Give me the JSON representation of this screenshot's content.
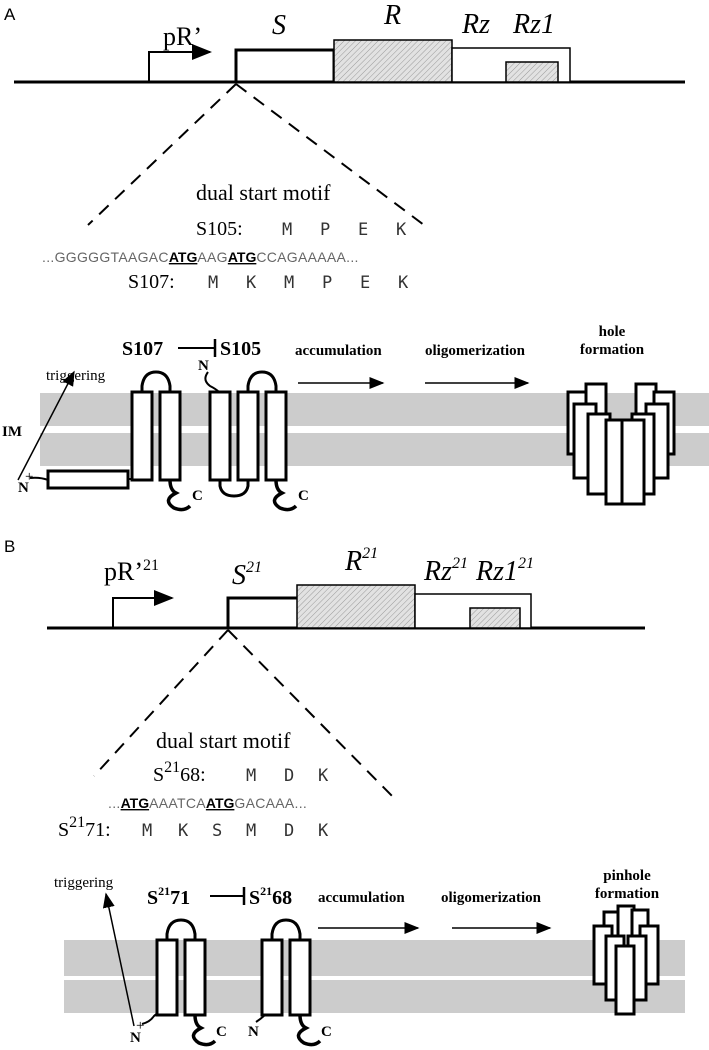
{
  "panel_a": {
    "letter": "A",
    "promoter": "pR’",
    "genes": {
      "s": "S",
      "r": "R",
      "rz": "Rz",
      "rz1": "Rz1"
    },
    "motif_title": "dual start motif",
    "s105_label": "S105:",
    "s105_residues": [
      "M",
      "P",
      "E",
      "K"
    ],
    "seq_prefix": "...GGGGGTAAGAC",
    "atg1": "ATG",
    "seq_mid": "AAG",
    "atg2": "ATG",
    "seq_suffix": "CCAGAAAAA...",
    "s107_label": "S107:",
    "s107_residues": [
      "M",
      "K",
      "M",
      "P",
      "E",
      "K"
    ],
    "inhibitor_label": "S107",
    "target_label": "S105",
    "step1": "accumulation",
    "step2": "oligomerization",
    "outcome_line1": "hole",
    "outcome_line2": "formation",
    "triggering": "triggering",
    "membrane_label": "IM",
    "n_term": "N",
    "plus": "+",
    "c_term": "C"
  },
  "panel_b": {
    "letter": "B",
    "promoter": "pR’",
    "promoter_sup": "21",
    "genes": {
      "s": "S",
      "r": "R",
      "rz": "Rz",
      "rz1": "Rz1"
    },
    "gene_sup": "21",
    "motif_title": "dual start motif",
    "s68_label_pre": "S",
    "s68_label_sup": "21",
    "s68_label_post": "68:",
    "s68_residues": [
      "M",
      "D",
      "K"
    ],
    "seq_prefix": "...",
    "atg1": "ATG",
    "seq_mid": "AAATCA",
    "atg2": "ATG",
    "seq_suffix": "GACAAA...",
    "s71_label_pre": "S",
    "s71_label_sup": "21",
    "s71_label_post": "71:",
    "s71_residues": [
      "M",
      "K",
      "S",
      "M",
      "D",
      "K"
    ],
    "inhibitor_pre": "S",
    "inhibitor_sup": "21",
    "inhibitor_post": "71",
    "target_pre": "S",
    "target_sup": "21",
    "target_post": "68",
    "step1": "accumulation",
    "step2": "oligomerization",
    "outcome_line1": "pinhole",
    "outcome_line2": "formation",
    "triggering": "triggering",
    "n_term": "N",
    "plus": "+",
    "c_term": "C"
  },
  "colors": {
    "membrane": "#cccccc",
    "r_gene_fill": "#d4d4d4",
    "line": "#000000"
  }
}
